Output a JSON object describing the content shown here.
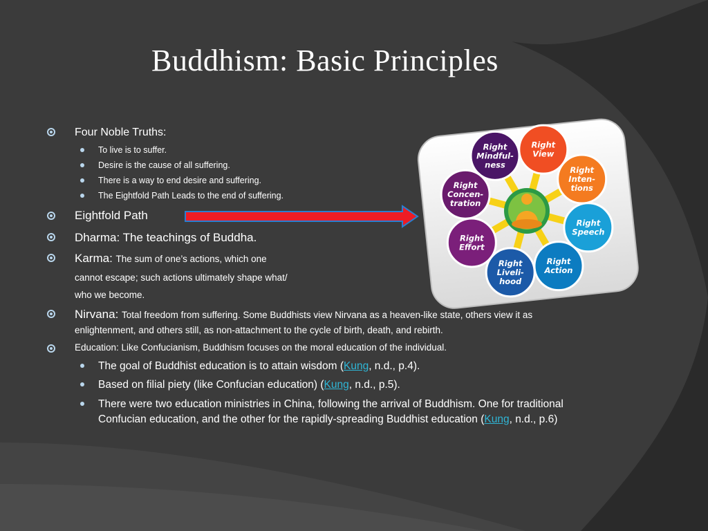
{
  "slide": {
    "title": "Buddhism:  Basic Principles",
    "items": {
      "truths": {
        "label": "Four Noble Truths:",
        "sub": [
          "To live is to suffer.",
          "Desire is the cause of all suffering.",
          "There is a way to end desire and suffering.",
          "The Eightfold Path Leads to the end of suffering."
        ]
      },
      "path": {
        "label": "Eightfold Path"
      },
      "dharma": {
        "label": "Dharma:  The teachings of Buddha."
      },
      "karma": {
        "label": "Karma:",
        "text1": "The sum of one’s actions, which one",
        "text2": "cannot escape; such actions ultimately shape what/",
        "text3": "who we become."
      },
      "nirvana": {
        "label": "Nirvana:",
        "text1": "Total freedom from suffering.  Some Buddhists view Nirvana as a heaven-like state, others view it as",
        "text2": "enlightenment, and others still, as non-attachment to the cycle of birth, death, and rebirth."
      },
      "education": {
        "label": "Education:  Like Confucianism, Buddhism focuses on the moral education of the individual.",
        "sub1_before": "The goal of Buddhist education is to attain wisdom (",
        "sub1_after": ", n.d., p.4).",
        "sub2_before": "Based on filial piety (like Confucian education) (",
        "sub2_after": ", n.d., p.5).",
        "sub3_line1": "There were two education ministries in China, following the arrival of Buddhism.  One for traditional",
        "sub3_before": "Confucian education, and the other for the rapidly-spreading Buddhist education (",
        "sub3_after": ", n.d., p.6)",
        "link_text": "Kung"
      }
    },
    "diagram": {
      "petals": [
        {
          "line1": "Right",
          "line2": "View",
          "line3": "",
          "color": "#f04e23"
        },
        {
          "line1": "Right",
          "line2": "Inten-",
          "line3": "tions",
          "color": "#f47b20"
        },
        {
          "line1": "Right",
          "line2": "Speech",
          "line3": "",
          "color": "#1aa0d8"
        },
        {
          "line1": "Right",
          "line2": "Action",
          "line3": "",
          "color": "#0c7cc1"
        },
        {
          "line1": "Right",
          "line2": "Liveli-",
          "line3": "hood",
          "color": "#1c5aa8"
        },
        {
          "line1": "Right",
          "line2": "Effort",
          "line3": "",
          "color": "#7b1f7a"
        },
        {
          "line1": "Right",
          "line2": "Concen-",
          "line3": "tration",
          "color": "#6a1b6d"
        },
        {
          "line1": "Right",
          "line2": "Mindful-",
          "line3": "ness",
          "color": "#4a1566"
        }
      ]
    },
    "colors": {
      "background": "#3b3b3b",
      "bullet": "#b9d6ec",
      "link": "#2fb6d6",
      "arrow": "#ee1c24"
    }
  }
}
